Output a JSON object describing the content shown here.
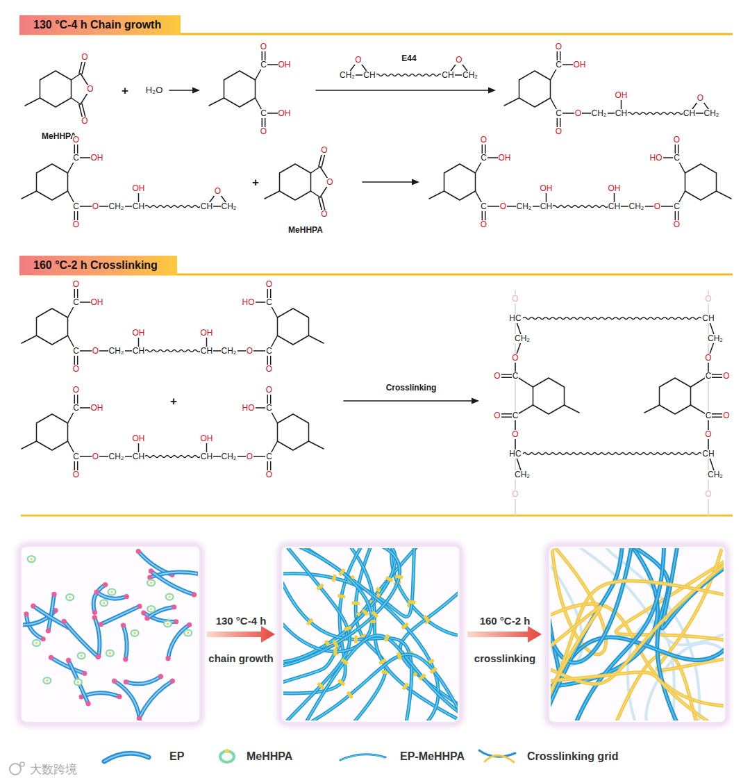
{
  "diagram": {
    "nodes": [
      {
        "text": [
          "130 °C-4 h Chain growth"
        ]
      },
      {
        "text": [
          "160 °C-2 h Crosslinking"
        ]
      }
    ],
    "labels": [
      "O",
      "O",
      "O",
      "MeHHPA",
      "+",
      "H₂O",
      "O",
      "C",
      "OH",
      "C",
      "OH",
      "O",
      "E44",
      "O",
      "CH₂",
      "CH",
      "O",
      "CH",
      "CH₂",
      "O",
      "C",
      "OH",
      "C",
      "O",
      "O",
      "CH₂",
      "OH",
      "CH",
      "O",
      "CH",
      "CH₂",
      "O",
      "C",
      "OH",
      "C",
      "O",
      "O",
      "CH₂",
      "OH",
      "CH",
      "O",
      "CH",
      "CH₂",
      "+",
      "O",
      "O",
      "O",
      "MeHHPA",
      "O",
      "C",
      "OH",
      "C",
      "O",
      "O",
      "CH₂",
      "OH",
      "CH",
      "OH",
      "CH",
      "CH₂",
      "O",
      "C",
      "O",
      "O",
      "HO",
      "C",
      "O",
      "C",
      "OH",
      "C",
      "O",
      "O",
      "CH₂",
      "OH",
      "CH",
      "OH",
      "CH",
      "CH₂",
      "O",
      "C",
      "O",
      "O",
      "HO",
      "C",
      "O",
      "C",
      "OH",
      "C",
      "O",
      "O",
      "CH₂",
      "OH",
      "CH",
      "OH",
      "CH",
      "CH₂",
      "O",
      "C",
      "O",
      "O",
      "HO",
      "C",
      "+",
      "Crosslinking",
      "O",
      "HC",
      "CH₂",
      "O",
      "O",
      "C",
      "O",
      "C",
      "O",
      "HC",
      "CH₂",
      "O",
      "O",
      "CH",
      "CH₂",
      "O",
      "C",
      "O",
      "C",
      "O",
      "O",
      "CH",
      "CH₂",
      "O",
      "130 °C-4 h",
      "chain growth",
      "160 °C-2 h",
      "crosslinking",
      "大数跨境"
    ],
    "legend": [
      {
        "text": "EP"
      },
      {
        "text": "MeHHPA"
      },
      {
        "text": "EP-MeHHPA"
      },
      {
        "text": "Crosslinking grid"
      }
    ]
  }
}
